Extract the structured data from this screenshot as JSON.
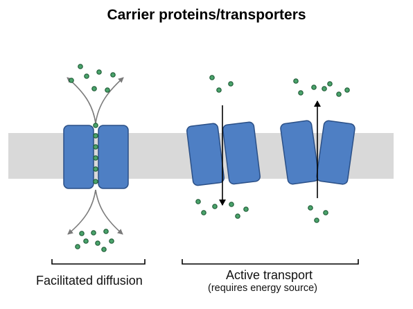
{
  "title": "Carrier proteins/transporters",
  "labels": {
    "facilitated": "Facilitated diffusion",
    "active": "Active transport",
    "active_note": "(requires energy source)"
  },
  "colors": {
    "membrane": "#d9d9d9",
    "protein_fill": "#4e7fc4",
    "protein_stroke": "#2a4f86",
    "molecule_fill": "#4aa36b",
    "molecule_stroke": "#1f5c37",
    "arrow_gray": "#7a7a7a",
    "arrow_black": "#000000"
  }
}
